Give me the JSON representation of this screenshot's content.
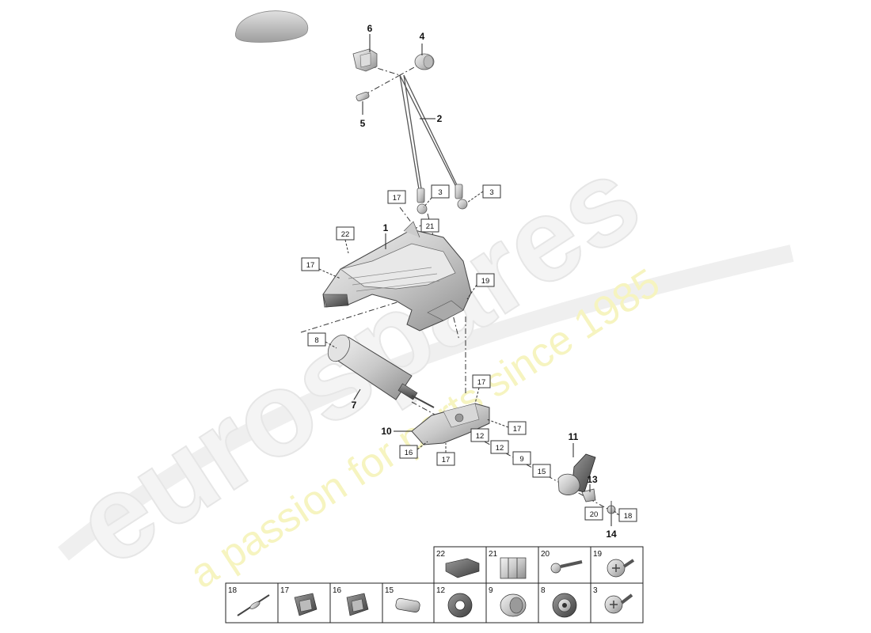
{
  "watermark": {
    "brand": "eurospares",
    "tagline": "a passion for parts since 1985"
  },
  "callouts": {
    "n1": "1",
    "n2": "2",
    "n4": "4",
    "n5": "5",
    "n6": "6",
    "n7": "7",
    "n10": "10",
    "n11": "11",
    "n13": "13",
    "n14": "14"
  },
  "boxes": {
    "b3a": "3",
    "b3b": "3",
    "b8": "8",
    "b9": "9",
    "b12a": "12",
    "b12b": "12",
    "b15": "15",
    "b16": "16",
    "b17a": "17",
    "b17b": "17",
    "b17c": "17",
    "b17d": "17",
    "b17e": "17",
    "b18": "18",
    "b19": "19",
    "b20": "20",
    "b21": "21",
    "b22": "22"
  },
  "legend": {
    "top": [
      "22",
      "21",
      "20",
      "19"
    ],
    "bottom": [
      "18",
      "17",
      "16",
      "15",
      "12",
      "9",
      "8",
      "3"
    ]
  }
}
